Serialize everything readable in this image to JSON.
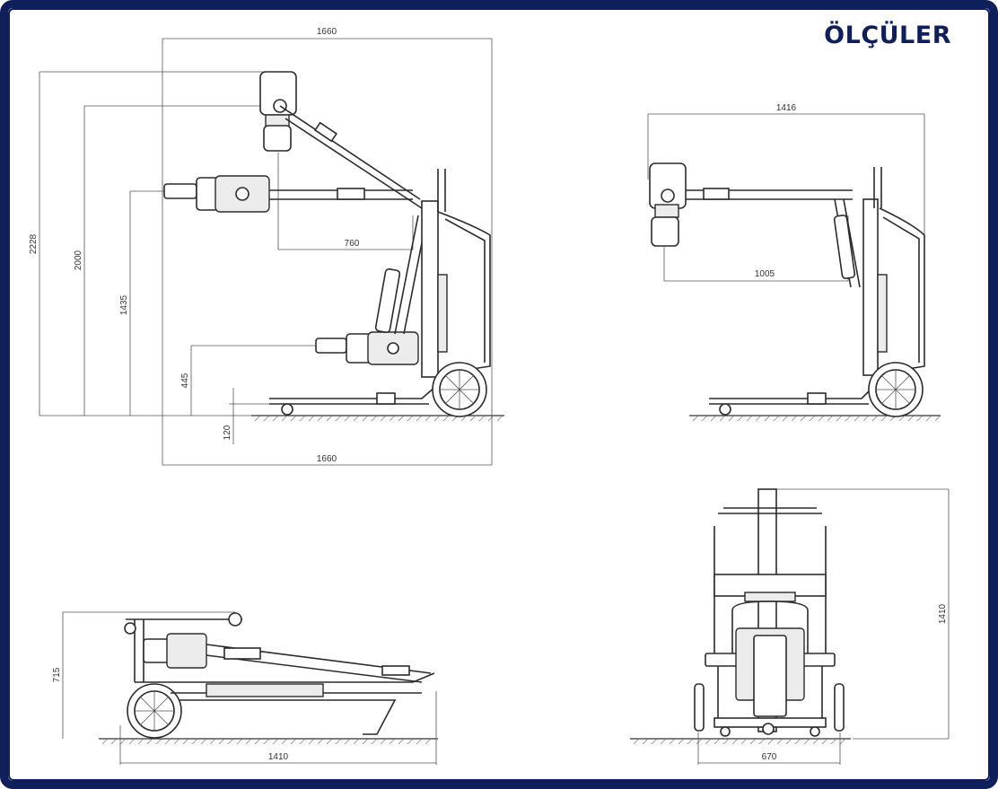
{
  "header": {
    "title": "ÖLÇÜLER",
    "title_color": "#0f1f5c"
  },
  "views": {
    "side_raised": {
      "dim_top": "1660",
      "dim_bottom": "1660",
      "dim_2228": "2228",
      "dim_2000": "2000",
      "dim_1435": "1435",
      "dim_445": "445",
      "dim_120": "120",
      "dim_760": "760"
    },
    "side_extended": {
      "dim_top": "1416",
      "dim_reach": "1005"
    },
    "folded": {
      "dim_height": "715",
      "dim_length": "1410"
    },
    "front": {
      "dim_height": "1410",
      "dim_width": "670"
    }
  }
}
